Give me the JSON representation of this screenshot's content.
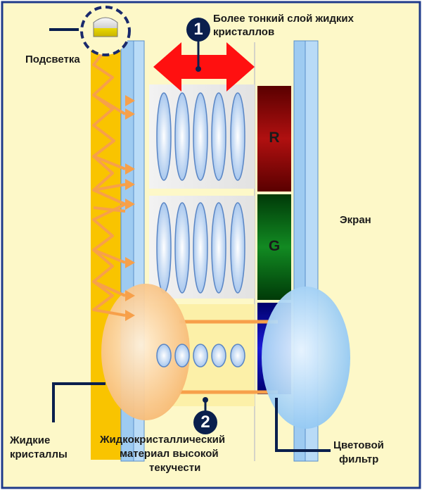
{
  "labels": {
    "thinner_layer_line1": "Более тонкий слой жидких",
    "thinner_layer_line2": "кристаллов",
    "backlight": "Подсветка",
    "screen": "Экран",
    "liquid_crystals_line1": "Жидкие",
    "liquid_crystals_line2": "кристаллы",
    "high_fluidity_line1": "Жидкокристаллический",
    "high_fluidity_line2": "материал высокой",
    "high_fluidity_line3": "текучести",
    "color_filter_line1": "Цветовой",
    "color_filter_line2": "фильтр"
  },
  "color_cells": [
    "R",
    "G"
  ],
  "badges": [
    "1",
    "2"
  ],
  "colors": {
    "background": "#fdf8c8",
    "backlight_panel": "#f9c400",
    "glass": "#9ecbf1",
    "arrow_red": "#ff1010",
    "leader_line": "#0a1f4d",
    "light_ray": "#f7a04a",
    "cell_red": "#7a0000",
    "cell_green": "#0a5a12",
    "cell_blue": "#0a0a9a"
  },
  "icons": [
    "backlight-lamp-icon",
    "width-arrow-icon",
    "light-ray-arrows"
  ]
}
